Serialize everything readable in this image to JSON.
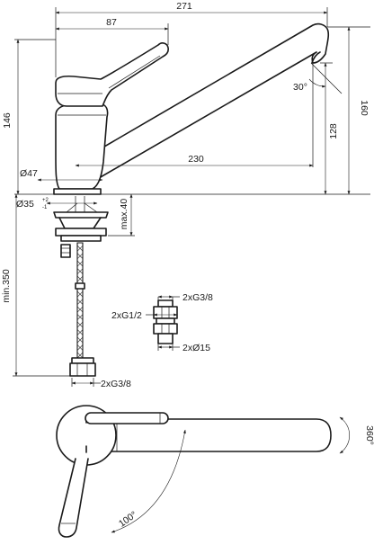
{
  "dimensions": {
    "overall_reach": "271",
    "lever_reach": "87",
    "body_height": "146",
    "total_height": "160",
    "spout_height": "128",
    "spout_reach": "230",
    "spout_angle": "30°",
    "body_diameter": "Ø47",
    "hole_diameter": "Ø35",
    "hole_tol_plus": "+2",
    "hole_tol_minus": "-1",
    "max_deck": "max.40",
    "min_hose": "min.350",
    "hose_thread": "2xG3/8",
    "adapter_top": "2xG3/8",
    "adapter_mid": "2xG1/2",
    "adapter_bottom": "2xØ15",
    "swivel_angle": "360°",
    "lever_angle": "100°"
  }
}
